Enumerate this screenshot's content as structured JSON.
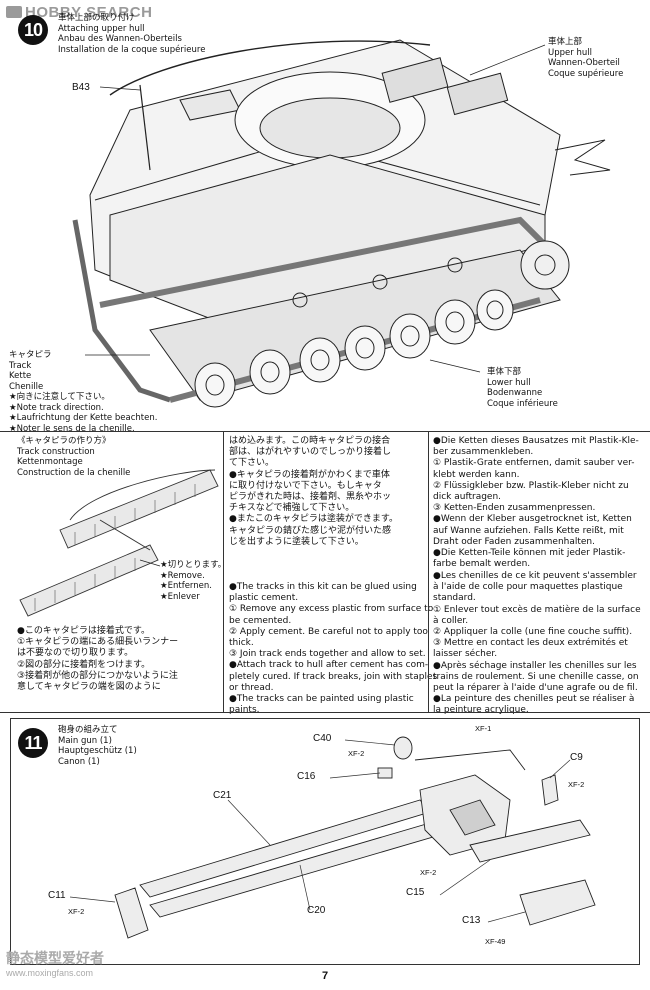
{
  "watermark": {
    "brand": "HOBBY SEARCH",
    "site_cn": "静态模型爱好者",
    "site_url": "www.moxingfans.com"
  },
  "step10": {
    "number": "10",
    "title_jp": "車体上部の取り付け",
    "title_en": "Attaching upper hull",
    "title_de": "Anbau des Wannen-Oberteils",
    "title_fr": "Installation de la coque supérieure",
    "label_b43": "B43",
    "upper_hull": [
      "車体上部",
      "Upper hull",
      "Wannen-Oberteil",
      "Coque supérieure"
    ],
    "lower_hull": [
      "車体下部",
      "Lower hull",
      "Bodenwanne",
      "Coque inférieure"
    ],
    "track": [
      "キャタピラ",
      "Track",
      "Kette",
      "Chenille",
      "★向きに注意して下さい。",
      "★Note track direction.",
      "★Laufrichtung der Kette beachten.",
      "★Noter le sens de la chenille."
    ]
  },
  "track_section": {
    "heading_jp": "《キャタピラの作り方》",
    "heading_en": "Track construction",
    "heading_de": "Kettenmontage",
    "heading_fr": "Construction de la chenille",
    "cut_note": [
      "★切りとります。",
      "★Remove.",
      "★Entfernen.",
      "★Enlever"
    ],
    "jp_left": [
      "●このキャタピラは接着式です。",
      "①キャタピラの端にある細長いランナー",
      "は不要なので切り取ります。",
      "②図の部分に接着剤をつけます。",
      "③接着剤が他の部分につかないように注",
      "意してキャタピラの端を図のように"
    ],
    "jp_mid": [
      "はめ込みます。この時キャタピラの接合",
      "部は、はがれやすいのでしっかり接着し",
      "て下さい。",
      "●キャタピラの接着剤がかわくまで車体",
      "に取り付けないで下さい。もしキャタ",
      "ピラがきれた時は、接着剤、黒糸やホッ",
      "チキスなどで補強して下さい。",
      "●またこのキャタピラは塗装ができます。",
      "キャタピラの錆びた感じや泥が付いた感",
      "じを出すように塗装して下さい。"
    ],
    "en": [
      "●The tracks in this kit can be glued using",
      "plastic cement.",
      "① Remove any excess plastic from surface to",
      "be cemented.",
      "② Apply cement. Be careful not to apply too",
      "thick.",
      "③ Join track ends together and allow to set.",
      "●Attach track to hull after cement has com-",
      "pletely cured. If track breaks, join with staples",
      "or thread.",
      "●The tracks can be painted using plastic",
      "paints."
    ],
    "de": [
      "●Die Ketten dieses Bausatzes mit Plastik-Kle-",
      "ber zusammenkleben.",
      "① Plastik-Grate entfernen, damit sauber ver-",
      "klebt werden kann.",
      "② Flüssigkleber bzw. Plastik-Kleber nicht zu",
      "dick auftragen.",
      "③ Ketten-Enden zusammenpressen.",
      "●Wenn der Kleber ausgetrocknet ist, Ketten",
      "auf Wanne aufziehen. Falls Kette reißt, mit",
      "Draht oder Faden zusammenhalten.",
      "●Die Ketten-Teile können mit jeder Plastik-",
      "farbe bemalt werden."
    ],
    "fr": [
      "●Les chenilles de ce kit peuvent s'assembler",
      "à l'aide de colle pour maquettes plastique",
      "standard.",
      "① Enlever tout excès de matière de la surface",
      "à coller.",
      "② Appliquer la colle (une fine couche suffit).",
      "③ Mettre en contact les deux extrémités et",
      "laisser sécher.",
      "●Après séchage installer les chenilles sur les",
      "trains de roulement. Si une chenille casse, on",
      "peut la réparer à l'aide d'une agrafe ou de fil.",
      "●La peinture des chenilles peut se réaliser à",
      "la peinture acrylique."
    ]
  },
  "step11": {
    "number": "11",
    "title_jp": "砲身の組み立て",
    "title_en": "Main gun (1)",
    "title_de": "Hauptgeschütz (1)",
    "title_fr": "Canon (1)",
    "parts": {
      "c40": "C40",
      "c16": "C16",
      "c21": "C21",
      "c20": "C20",
      "c15": "C15",
      "c13": "C13",
      "c11": "C11",
      "c9": "C9"
    },
    "paints": {
      "xf1": "XF-1",
      "xf2": "XF-2",
      "xf49": "XF-49"
    }
  },
  "page_number": "7"
}
